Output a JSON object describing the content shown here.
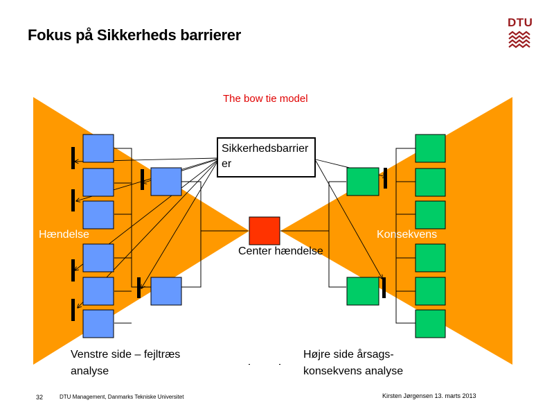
{
  "slide": {
    "title": "Fokus på Sikkerheds barrierer",
    "logo_text": "DTU",
    "subtitle": "The bow tie model"
  },
  "diagram": {
    "barrier_label": "Sikkerhedsbarrierer",
    "left_label": "Hændelse",
    "right_label": "Konsekvens",
    "center_label": "Center hændelse",
    "left_bottom_line1": "Venstre side – fejltræs",
    "left_bottom_line2": "analyse",
    "right_bottom_line1": "Højre side årsags-",
    "right_bottom_line2": "konsekvens analyse",
    "colors": {
      "bowtie_fill": "#ff9900",
      "cause_box": "#6699ff",
      "consequence_box": "#00cc66",
      "center_event": "#ff3300",
      "subtitle": "#e00000",
      "logo": "#9a1b1e"
    }
  },
  "footer": {
    "page_number": "32",
    "organization": "DTU Management, Danmarks Tekniske Universitet",
    "author_date": "Kirsten Jørgensen 13. marts 2013"
  }
}
